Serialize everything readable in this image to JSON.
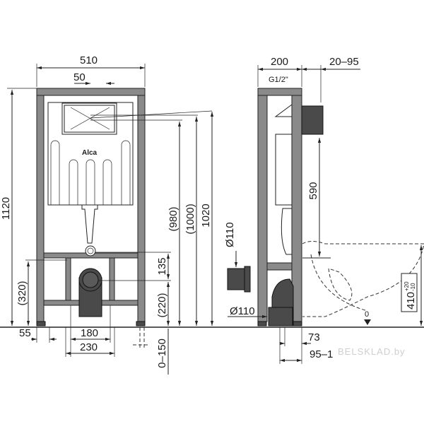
{
  "front_view": {
    "width": "510",
    "inlet_offset": "50",
    "height_total": "1120",
    "h_980": "(980)",
    "h_1000": "(1000)",
    "h_1020": "1020",
    "h_135": "135",
    "h_220": "(220)",
    "h_320": "(320)",
    "w_55": "55",
    "w_180": "180",
    "w_230": "230",
    "adj_0_150": "0–150",
    "logo": "Alca"
  },
  "side_view": {
    "depth": "200",
    "inlet_thread": "G1/2\"",
    "button_range": "20–95",
    "h_590": "590",
    "dia_110_top": "Ø110",
    "dia_110_bottom": "Ø110",
    "w_73": "73",
    "w_95": "95–1",
    "seat_height": "410",
    "tol_plus": "+20",
    "tol_minus": "-10",
    "zero_mark": "0"
  },
  "watermark": "BELSKLAD.by"
}
